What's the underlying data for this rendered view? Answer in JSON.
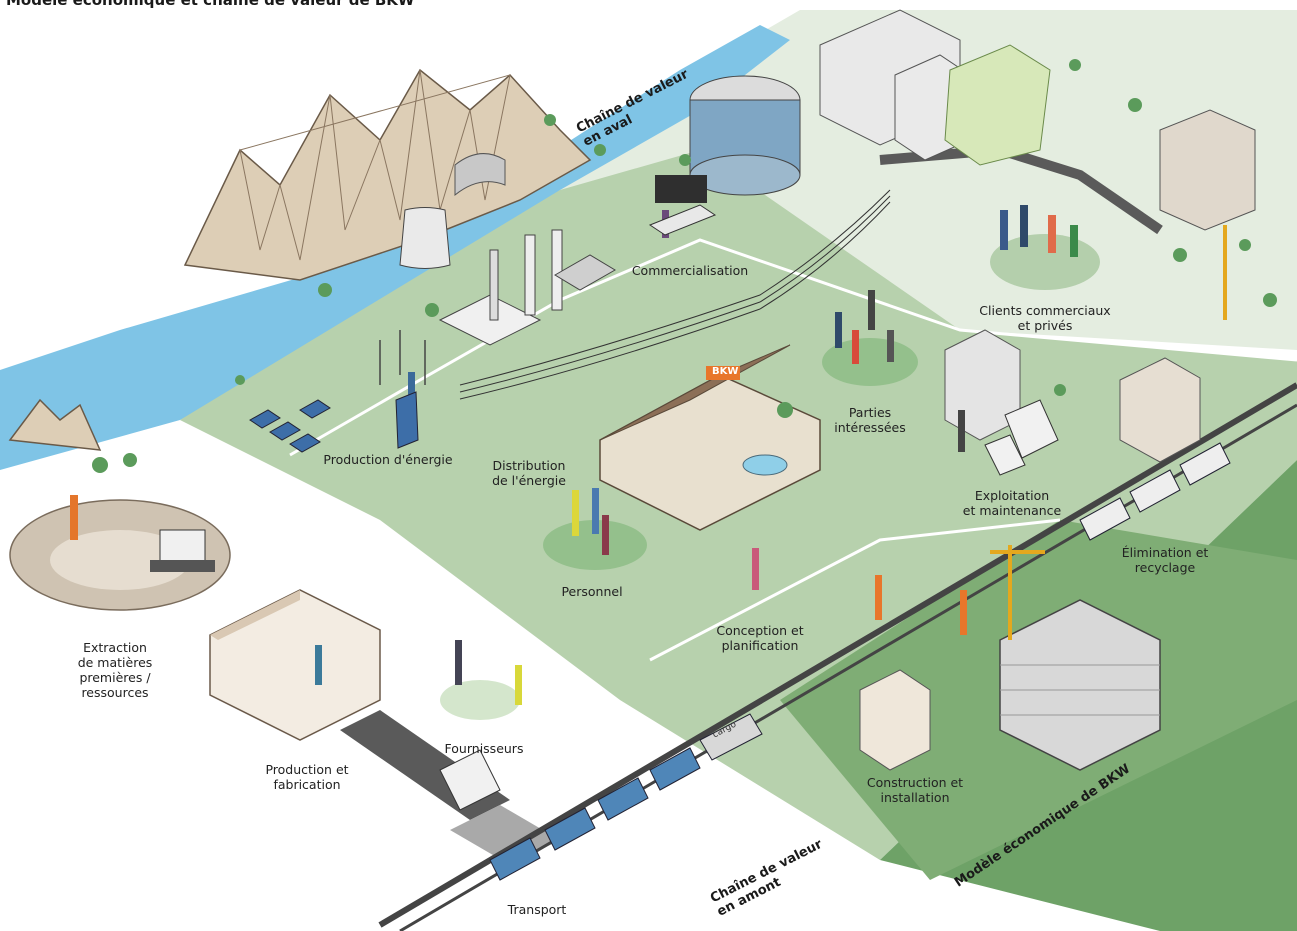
{
  "title": "Modèle économique et chaîne de valeur de BKW",
  "brand_sign": "BKW",
  "train_label": "cargo",
  "labels": {
    "commercialisation": "Commercialisation",
    "clients": "Clients commerciaux\net privés",
    "parties": "Parties\nintéressées",
    "production_energie": "Production d'énergie",
    "distribution": "Distribution\nde l'énergie",
    "exploitation": "Exploitation\net maintenance",
    "personnel": "Personnel",
    "elimination": "Élimination et\nrecyclage",
    "conception": "Conception et\nplanification",
    "extraction": "Extraction\nde matières\npremières /\nressources",
    "production_fabrication": "Production et\nfabrication",
    "fournisseurs": "Fournisseurs",
    "construction": "Construction et\ninstallation",
    "transport": "Transport"
  },
  "rotated_labels": {
    "aval": "Chaîne de valeur\nen aval",
    "amont": "Chaîne de valeur\nen amont",
    "modele": "Modèle économique de BKW"
  },
  "colors": {
    "ground_light": "#dfeadb",
    "ground_mid": "#b9d2af",
    "ground_dark": "#6ea267",
    "river": "#7fc4e6",
    "rock": "#d9c9b1",
    "tree": "#5b9b5b"
  }
}
